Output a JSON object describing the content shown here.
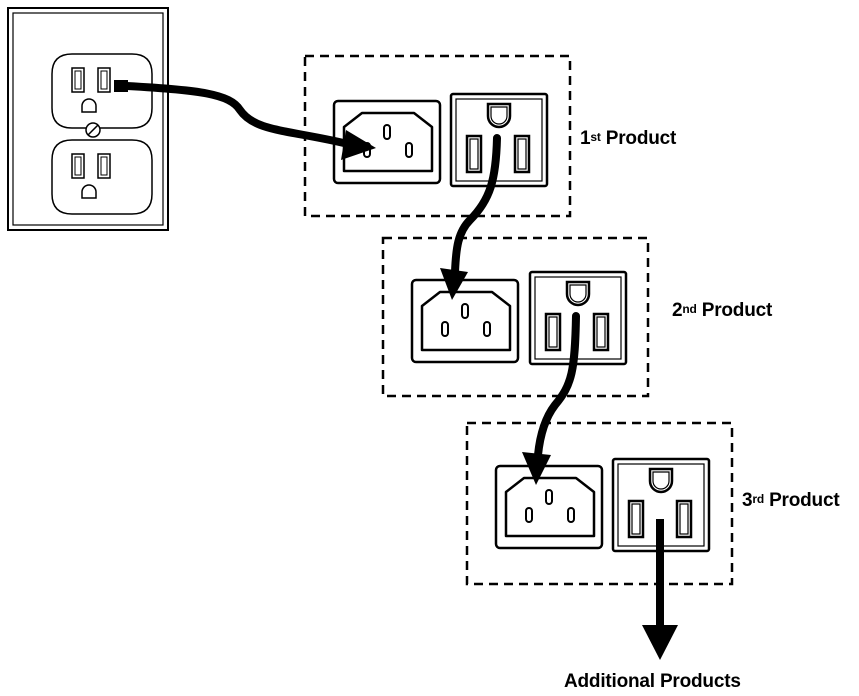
{
  "labels": {
    "product1": {
      "num": "1",
      "sup": "st",
      "text": "Product"
    },
    "product2": {
      "num": "2",
      "sup": "nd",
      "text": "Product"
    },
    "product3": {
      "num": "3",
      "sup": "rd",
      "text": "Product"
    },
    "additional": "Additional Products"
  }
}
